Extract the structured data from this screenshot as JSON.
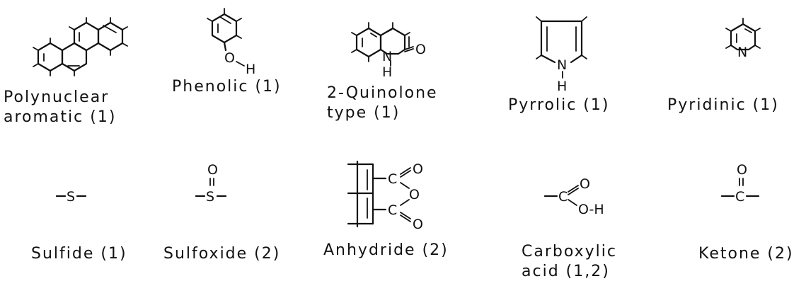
{
  "groups": [
    {
      "name": "polynuclear-aromatic",
      "label": [
        "Polynuclear",
        "aromatic (1)"
      ],
      "atoms": []
    },
    {
      "name": "phenolic",
      "label": [
        "Phenolic (1)"
      ],
      "atoms": [
        "O",
        "H"
      ]
    },
    {
      "name": "2-quinolone",
      "label": [
        "2-Quinolone",
        "type (1)"
      ],
      "atoms": [
        "N",
        "O",
        "H"
      ]
    },
    {
      "name": "pyrrolic",
      "label": [
        "Pyrrolic (1)"
      ],
      "atoms": [
        "N",
        "H"
      ]
    },
    {
      "name": "pyridinic",
      "label": [
        "Pyridinic (1)"
      ],
      "atoms": [
        "N"
      ]
    },
    {
      "name": "sulfide",
      "label": [
        "Sulfide (1)"
      ],
      "atoms": [
        "S"
      ]
    },
    {
      "name": "sulfoxide",
      "label": [
        "Sulfoxide (2)"
      ],
      "atoms": [
        "S",
        "O"
      ]
    },
    {
      "name": "anhydride",
      "label": [
        "Anhydride (2)"
      ],
      "atoms": [
        "C",
        "O",
        "O",
        "C",
        "O"
      ]
    },
    {
      "name": "carboxylic-acid",
      "label": [
        "Carboxylic",
        "acid (1,2)"
      ],
      "atoms": [
        "C",
        "O",
        "O-H"
      ]
    },
    {
      "name": "ketone",
      "label": [
        "Ketone (2)"
      ],
      "atoms": [
        "C",
        "O"
      ]
    }
  ]
}
